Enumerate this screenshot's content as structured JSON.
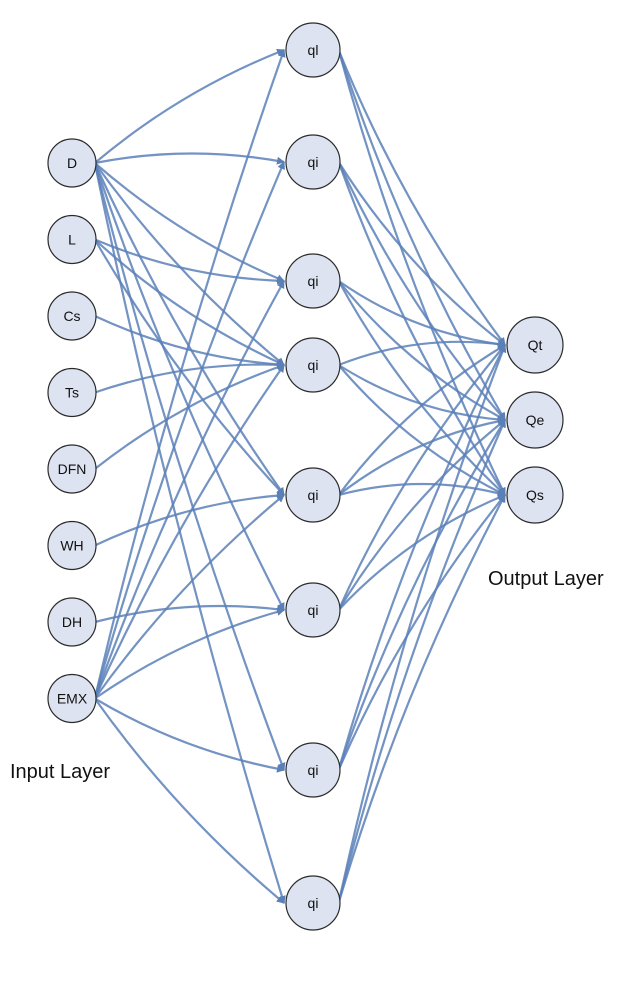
{
  "diagram": {
    "input_layer_label": "Input Layer",
    "output_layer_label": "Output Layer",
    "input_nodes": [
      "D",
      "L",
      "Cs",
      "Ts",
      "DFN",
      "WH",
      "DH",
      "EMX"
    ],
    "hidden_nodes": [
      "ql",
      "qi",
      "qi",
      "qi",
      "qi",
      "qi",
      "qi",
      "qi"
    ],
    "output_nodes": [
      "Qt",
      "Qe",
      "Qs"
    ],
    "edge_color": "#5b80b8",
    "node_fill": "#dde3f0",
    "connections": [
      {
        "from": "D",
        "to": [
          0,
          1,
          2,
          3,
          4,
          5,
          6,
          7
        ]
      },
      {
        "from": "L",
        "to": [
          2,
          3,
          4
        ]
      },
      {
        "from": "Cs",
        "to": [
          3
        ]
      },
      {
        "from": "Ts",
        "to": [
          3
        ]
      },
      {
        "from": "DFN",
        "to": [
          3
        ]
      },
      {
        "from": "WH",
        "to": [
          4
        ]
      },
      {
        "from": "DH",
        "to": [
          5
        ]
      },
      {
        "from": "EMX",
        "to": [
          0,
          1,
          2,
          3,
          4,
          5,
          6,
          7
        ]
      }
    ],
    "hidden_to_output": "all"
  }
}
